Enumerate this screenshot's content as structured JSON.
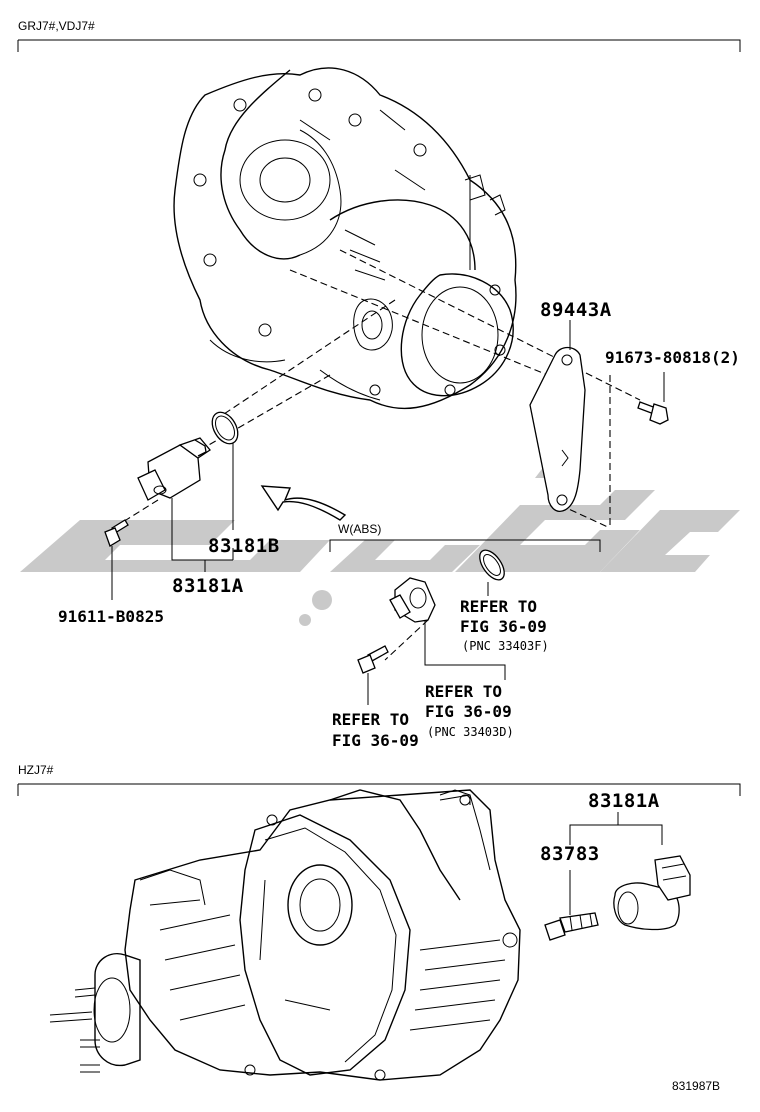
{
  "sections": [
    {
      "id": "top",
      "header": "GRJ7#,VDJ7#"
    },
    {
      "id": "bottom",
      "header": "HZJ7#"
    }
  ],
  "subgroup_label": "W(ABS)",
  "part_labels": {
    "p89443A": "89443A",
    "p91673": "91673-80818(2)",
    "p83181B": "83181B",
    "p83181A_top": "83181A",
    "p91611": "91611-B0825",
    "p83181A_bottom": "83181A",
    "p83783": "83783"
  },
  "refer_notes": {
    "oring": {
      "line1": "REFER TO",
      "line2": "FIG 36-09",
      "pnc": "(PNC 33403F)"
    },
    "sensor": {
      "line1": "REFER TO",
      "line2": "FIG 36-09",
      "pnc": "(PNC 33403D)"
    },
    "bolt": {
      "line1": "REFER TO",
      "line2": "FIG 36-09"
    }
  },
  "watermark_text": "بيكو",
  "figure_code": "831987B",
  "colors": {
    "line": "#000000",
    "watermark": "#c9c9c9",
    "background": "#ffffff"
  }
}
